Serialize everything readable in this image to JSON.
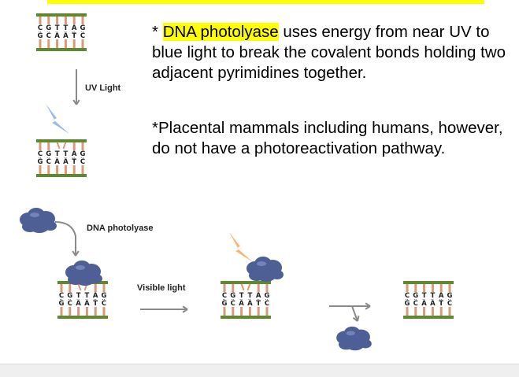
{
  "slide": {
    "paragraph1": {
      "prefix": "* ",
      "highlight": "DNA photolyase",
      "rest": " uses energy from near UV to blue light to break the covalent bonds holding two adjacent pyrimidines together."
    },
    "paragraph2": "*Placental mammals including humans, however, do not have a photoreactivation pathway."
  },
  "diagram": {
    "labels": {
      "uv_light": "UV Light",
      "dna_photolyase": "DNA photolyase",
      "visible_light": "Visible light"
    },
    "top_strand": [
      "C",
      "G",
      "T",
      "T",
      "A",
      "G"
    ],
    "bottom_strand": [
      "G",
      "C",
      "A",
      "A",
      "T",
      "C"
    ],
    "colors": {
      "highlight": "#ffff00",
      "backbone": "#5e8a2e",
      "rung": "#d99a7a",
      "enzyme": "#4e5f96",
      "uv_ray": "#8fb0e0",
      "visible_ray": "#f0b060",
      "arrow": "#8a8a8a"
    }
  }
}
